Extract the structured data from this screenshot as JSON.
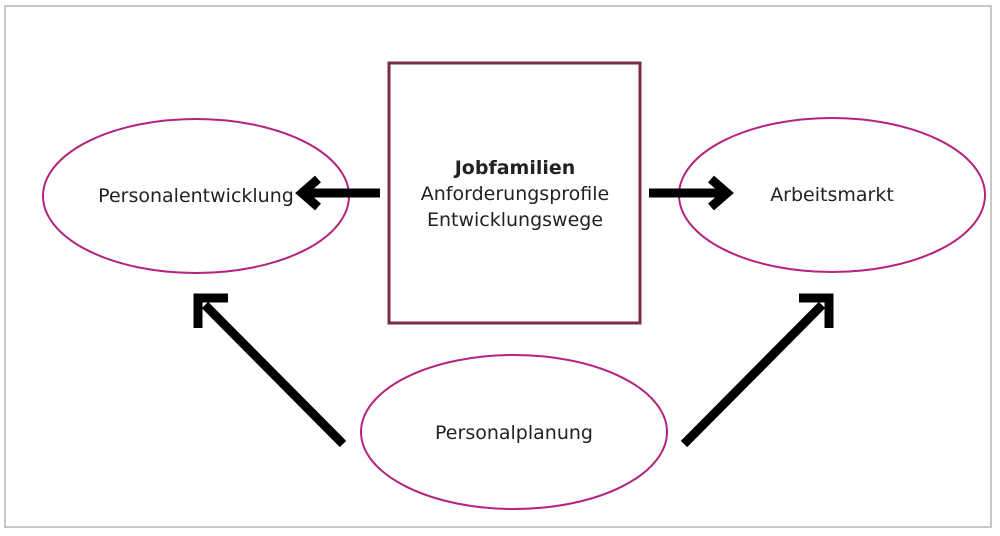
{
  "colors": {
    "frame": "#c8c8c8",
    "ellipse_stroke": "#b5227f",
    "box_stroke": "#7a2a4a",
    "arrow": "#000000",
    "text": "#222222"
  },
  "nodes": {
    "center_title": "Jobfamilien",
    "center_line1": "Anforderungsprofile",
    "center_line2": "Entwicklungswege",
    "left": "Personalentwicklung",
    "right": "Arbeitsmarkt",
    "bottom": "Personalplanung"
  },
  "edges": [
    {
      "from": "center",
      "to": "left"
    },
    {
      "from": "center",
      "to": "right"
    },
    {
      "from": "bottom",
      "to": "left"
    },
    {
      "from": "bottom",
      "to": "right"
    }
  ]
}
